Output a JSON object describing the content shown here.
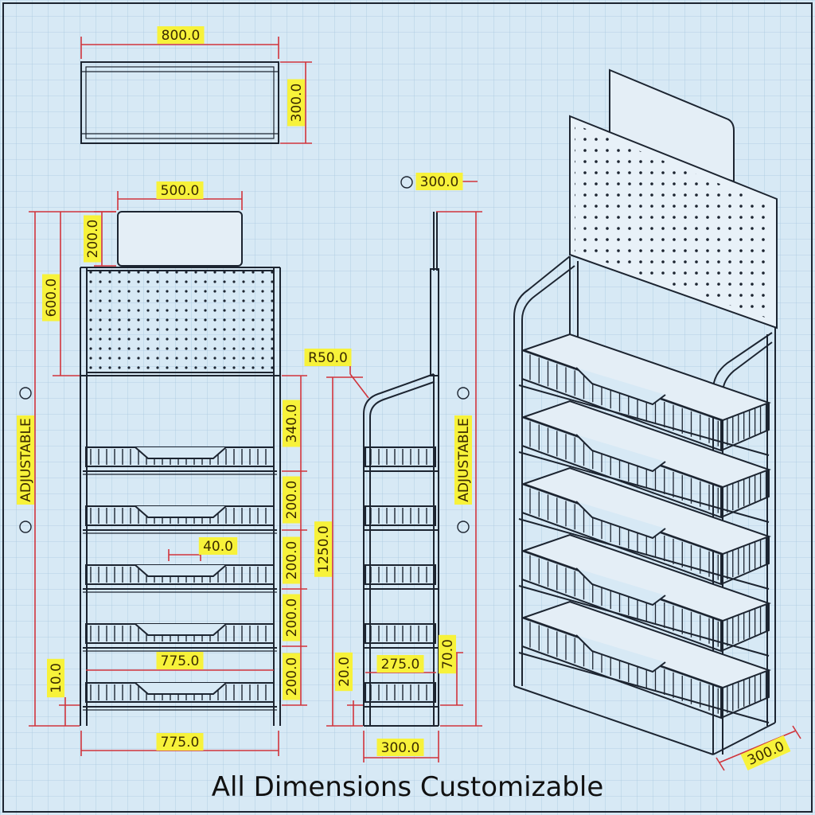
{
  "colors": {
    "background": "#d7e9f5",
    "grid": "#a9c7df",
    "line": "#1c2430",
    "dimension_line": "#d0343c",
    "label_fill": "#f7f23a",
    "label_text": "#3a2a00"
  },
  "labels": {
    "top_width": "800.0",
    "top_depth": "300.0",
    "header_width": "500.0",
    "header_height": "200.0",
    "panel_height": "600.0",
    "front_adjustable": "ADJUSTABLE",
    "shelf_gap_1": "340.0",
    "shelf_gap_2": "200.0",
    "shelf_gap_3": "200.0",
    "shelf_gap_4": "200.0",
    "shelf_gap_5": "200.0",
    "bar_spacing": "40.0",
    "shelf_width": "775.0",
    "base_width": "775.0",
    "foot_height": "10.0",
    "side_top_depth": "300.0",
    "side_radius": "R50.0",
    "side_height": "1250.0",
    "side_adjustable": "ADJUSTABLE",
    "side_shelf_depth": "275.0",
    "side_foot": "20.0",
    "side_lip": "70.0",
    "side_base_depth": "300.0",
    "iso_depth": "300.0"
  },
  "footer": {
    "caption": "All Dimensions Customizable"
  }
}
